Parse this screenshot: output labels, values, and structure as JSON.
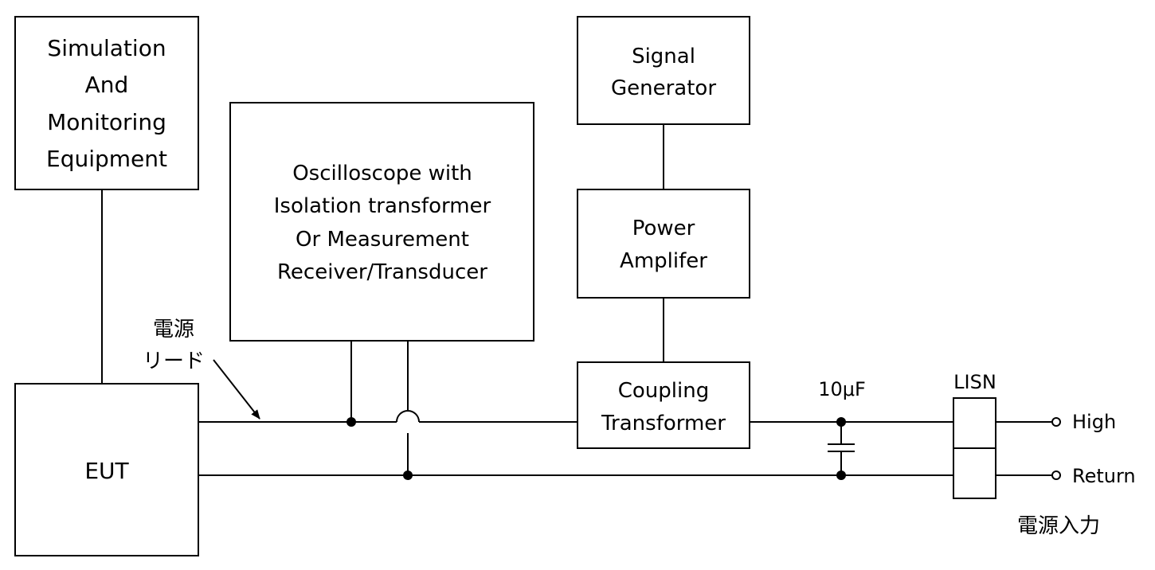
{
  "boxes": {
    "simulation": [
      "Simulation",
      "And",
      "Monitoring",
      "Equipment"
    ],
    "oscilloscope": [
      "Oscilloscope with",
      "Isolation transformer",
      "Or Measurement",
      "Receiver/Transducer"
    ],
    "signal_generator": [
      "Signal",
      "Generator"
    ],
    "power_amplifier": [
      "Power",
      "Amplifer"
    ],
    "coupling_transformer": [
      "Coupling",
      "Transformer"
    ],
    "eut": [
      "EUT"
    ],
    "lisn": "LISN"
  },
  "labels": {
    "power_lead": [
      "電源",
      "リード"
    ],
    "capacitor": "10μF",
    "high": "High",
    "return": "Return",
    "power_input": "電源入力"
  }
}
